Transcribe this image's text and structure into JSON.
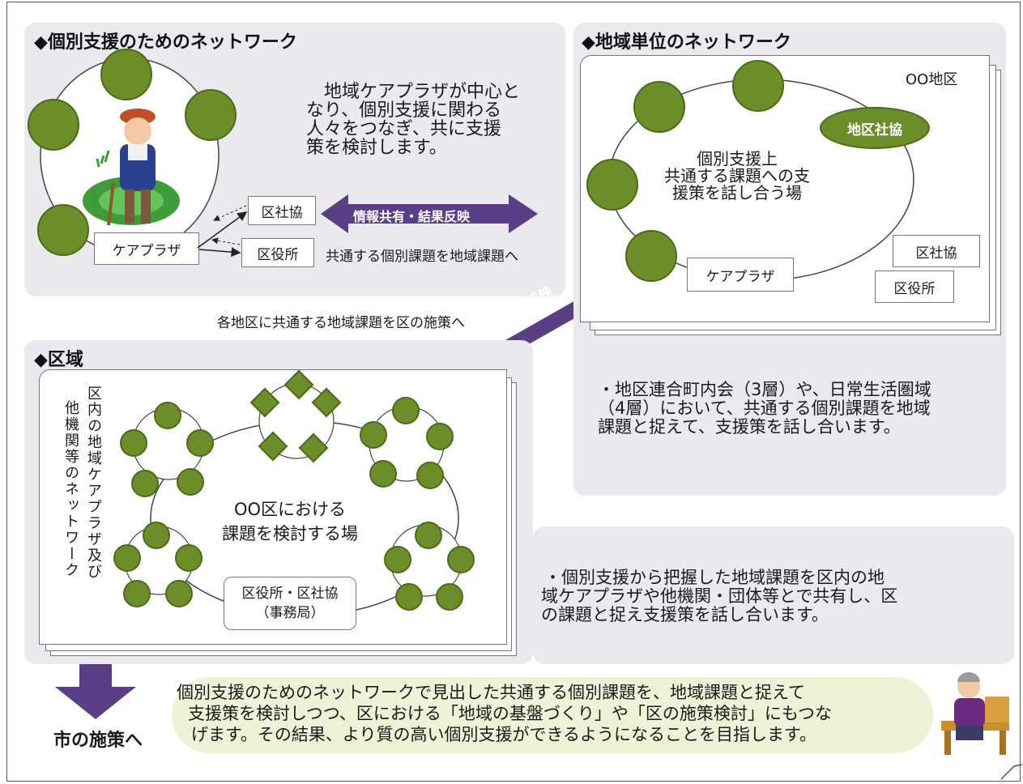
{
  "individual": {
    "title": "◆個別支援のためのネットワーク",
    "desc": [
      "地域ケアプラザが中心と",
      "なり、個別支援に関わる",
      "人々をつなぎ、共に支援",
      "策を検討します。"
    ],
    "careplaza": "ケアプラザ",
    "kushakyo": "区社協",
    "kuyakusho": "区役所",
    "arrow": "情報共有・結果反映",
    "note": "共通する個別課題を地域課題へ"
  },
  "district": {
    "title": "◆地域単位のネットワーク",
    "area": "OO地区",
    "chikushakyo": "地区社協",
    "center": [
      "個別支援上",
      "共通する課題への支",
      "援策を話し合う場"
    ],
    "careplaza": "ケアプラザ",
    "kushakyo": "区社協",
    "kuyakusho": "区役所",
    "desc": [
      "・地区連合町内会（3層）や、日常生活圏域",
      "（4層）において、共通する個別課題を地域",
      "課題と捉えて、支援策を話し合います。"
    ]
  },
  "middle_note": "各地区に共通する地域課題を区の施策へ",
  "diag_arrow": "情報共有・結果反映",
  "ward": {
    "title": "◆区域",
    "vertical": [
      "区内の地域ケアプラザ及び",
      "他機関等のネットワーク"
    ],
    "center": [
      "OO区における",
      "課題を検討する場"
    ],
    "office": [
      "区役所・区社協",
      "（事務局）"
    ],
    "desc": [
      "・個別支援から把握した地域課題を区内の地",
      "域ケアプラザや他機関・団体等とで共有し、区",
      "の課題と捉え支援策を話し合います。"
    ]
  },
  "footer": {
    "city": "市の施策へ",
    "text": [
      "個別支援のためのネットワークで見出した共通する個別課題を、地域課題と捉えて",
      "支援策を検討しつつ、区における「地域の基盤づくり」や「区の施策検討」にもつな",
      "げます。その結果、より質の高い個別支援ができるようになることを目指します。"
    ]
  },
  "colors": {
    "panel": "#ebe8f0",
    "circle": "#6b8e2a",
    "arrow": "#5b3f86"
  }
}
